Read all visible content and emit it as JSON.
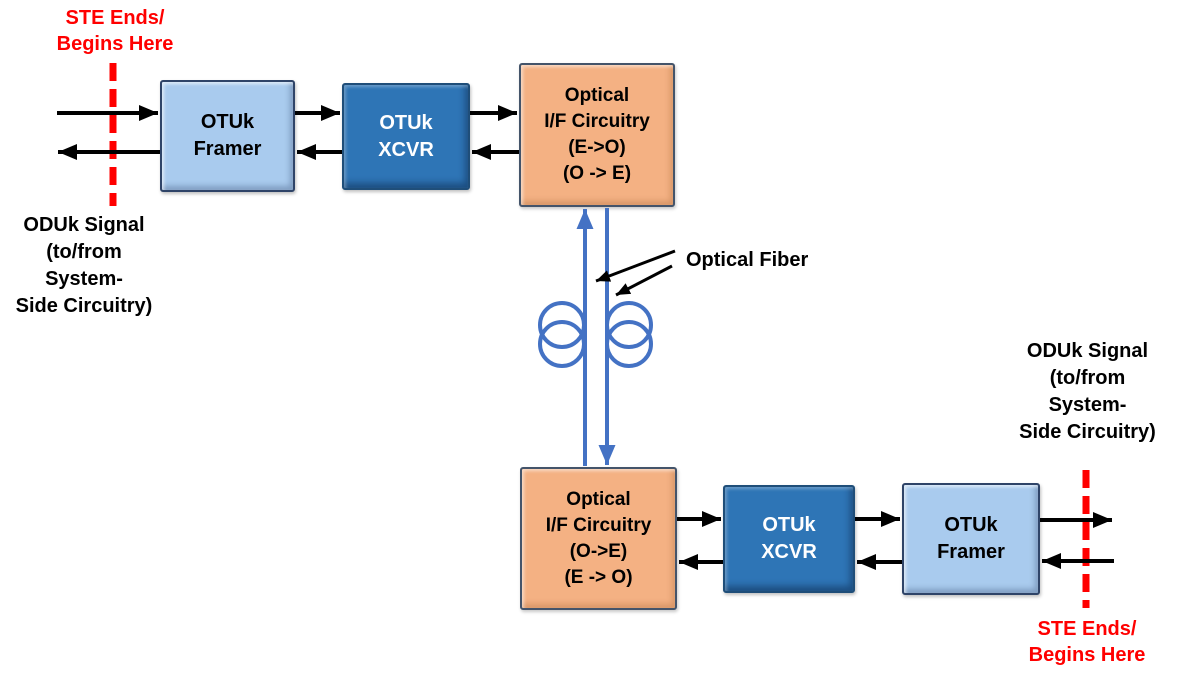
{
  "colors": {
    "background": "#FFFFFF",
    "framer_fill": "#A9CBEE",
    "framer_border": "#2F4468",
    "xcvr_fill": "#2E75B6",
    "xcvr_border": "#1F4E79",
    "optical_fill": "#F4B183",
    "optical_border": "#44546A",
    "fiber_blue": "#4472C4",
    "ste_marker_red": "#FF0000",
    "arrow_black": "#000000"
  },
  "nodes": {
    "top": {
      "framer": {
        "line1": "OTUk",
        "line2": "Framer"
      },
      "xcvr": {
        "line1": "OTUk",
        "line2": "XCVR"
      },
      "optical": {
        "line1": "Optical",
        "line2": "I/F Circuitry",
        "line3": "(E->O)",
        "line4": "(O -> E)"
      }
    },
    "bottom": {
      "optical": {
        "line1": "Optical",
        "line2": "I/F Circuitry",
        "line3": "(O->E)",
        "line4": "(E -> O)"
      },
      "xcvr": {
        "line1": "OTUk",
        "line2": "XCVR"
      },
      "framer": {
        "line1": "OTUk",
        "line2": "Framer"
      }
    }
  },
  "labels": {
    "ste_top": {
      "line1": "STE Ends/",
      "line2": "Begins Here"
    },
    "ste_bottom": {
      "line1": "STE Ends/",
      "line2": "Begins Here"
    },
    "oduk_top": {
      "line1": "ODUk Signal",
      "line2": "(to/from",
      "line3": "System-",
      "line4": "Side Circuitry)"
    },
    "oduk_bottom": {
      "line1": "ODUk Signal",
      "line2": "(to/from",
      "line3": "System-",
      "line4": "Side Circuitry)"
    },
    "optical_fiber": "Optical Fiber"
  }
}
